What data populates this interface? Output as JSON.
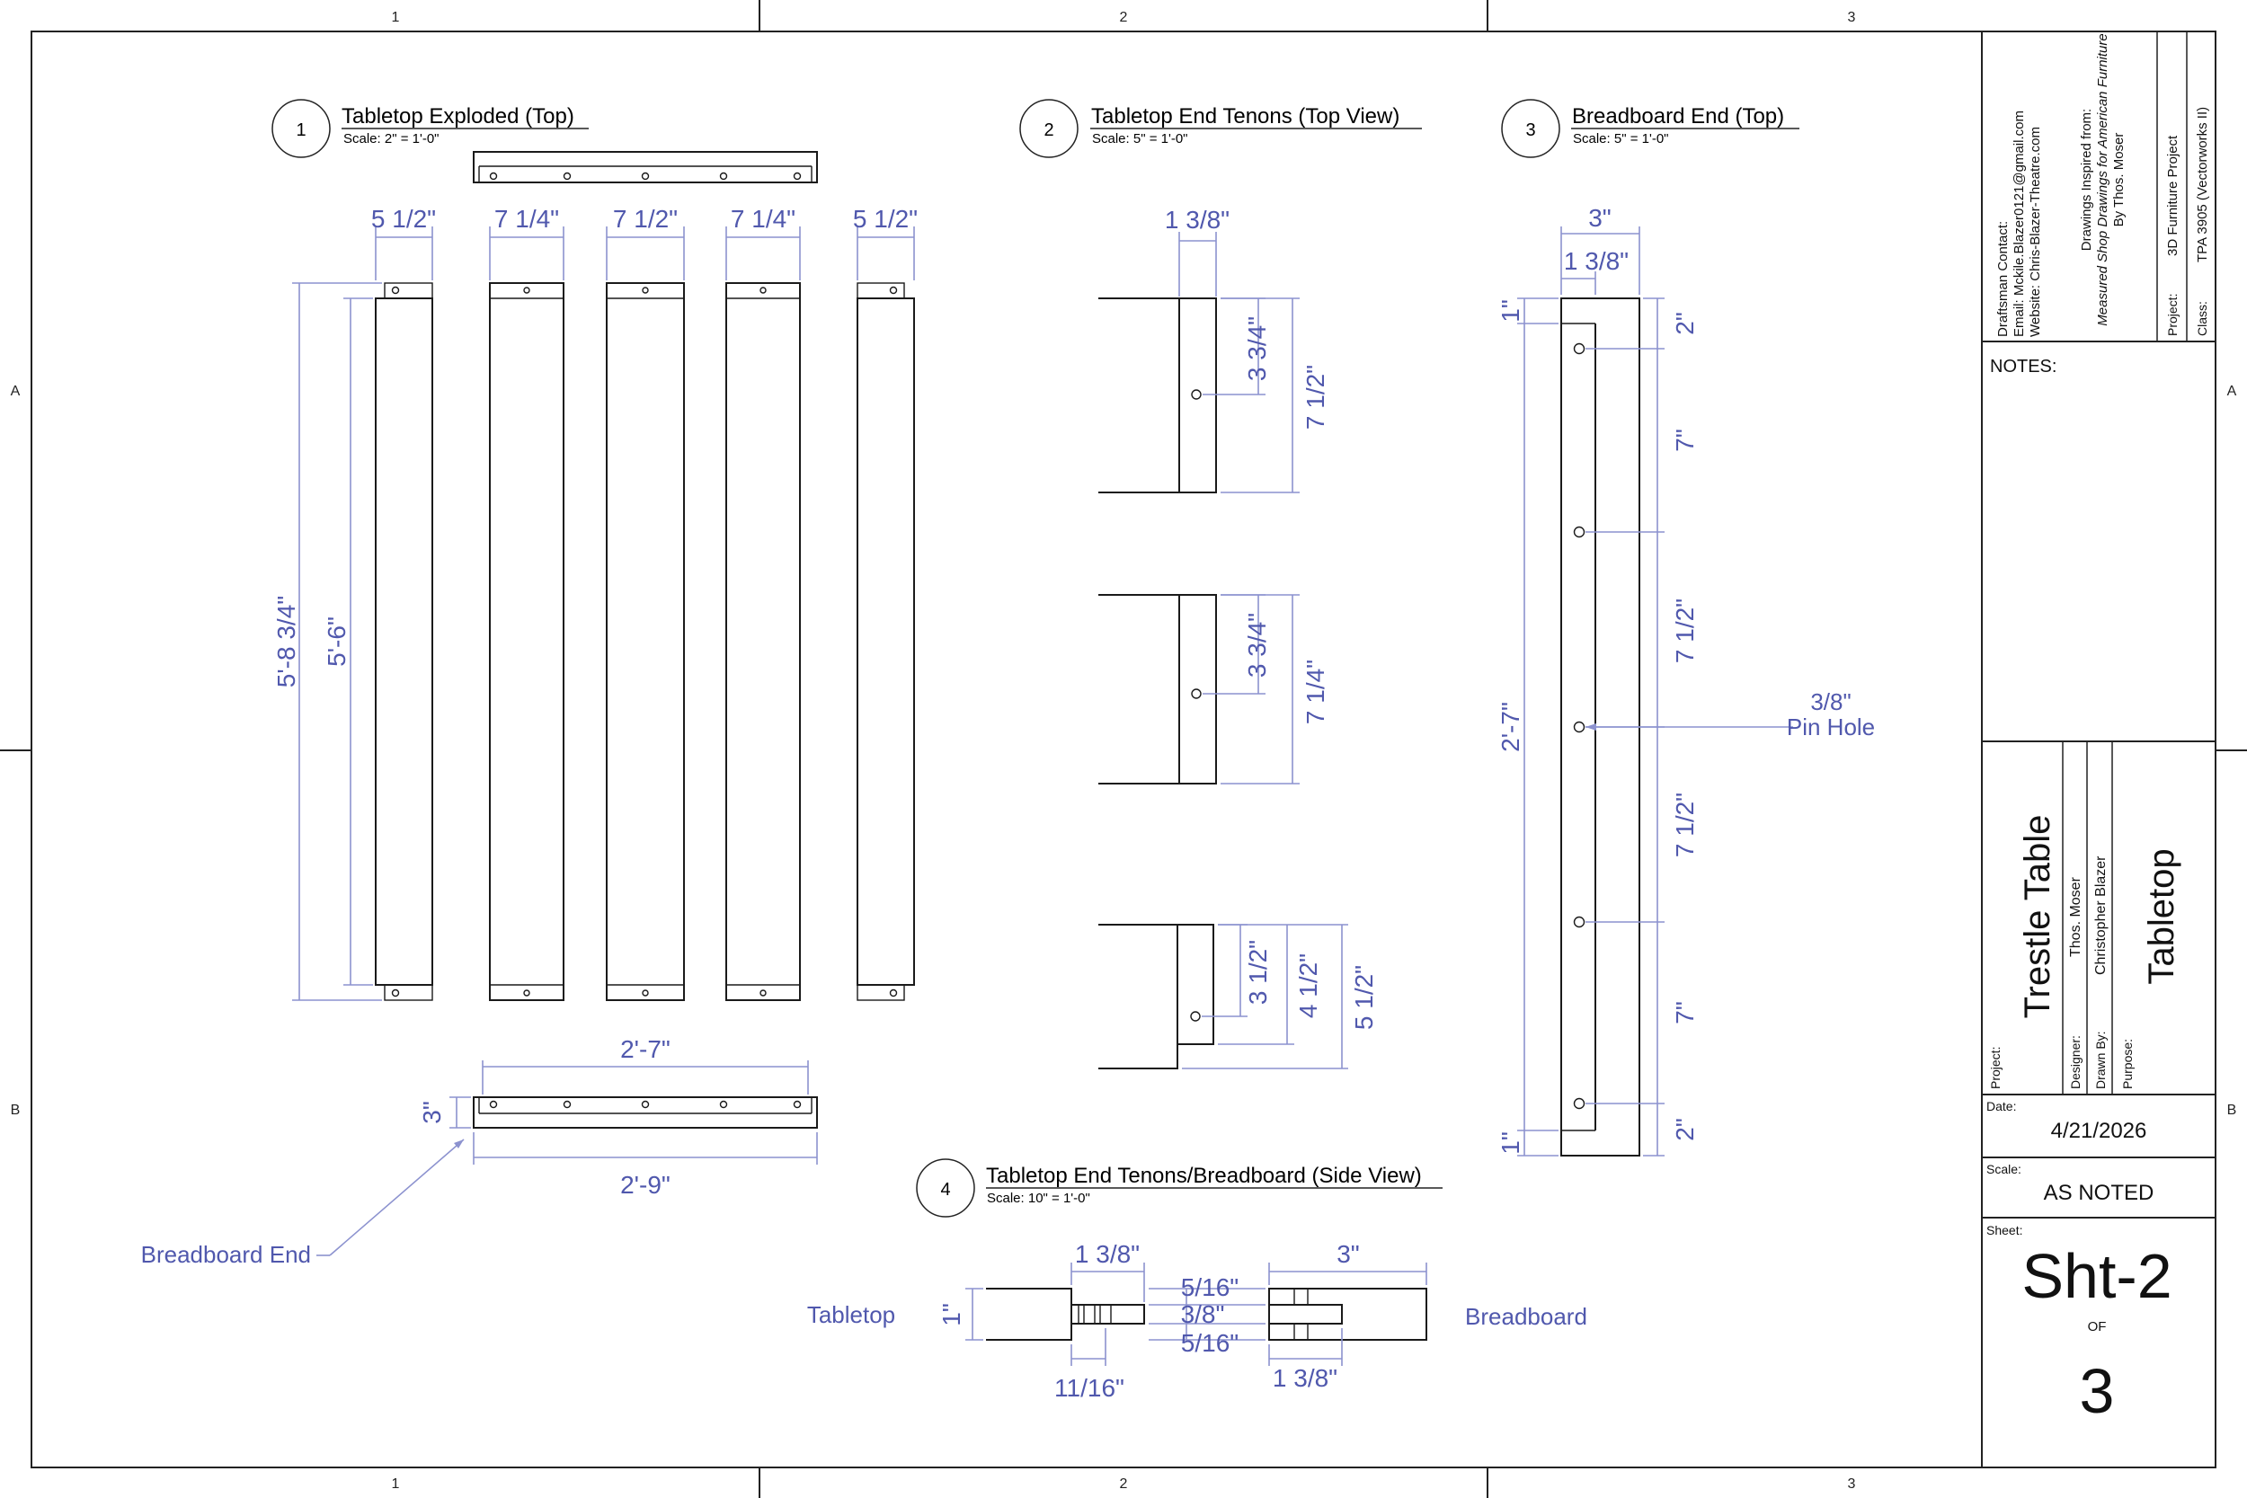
{
  "grid": {
    "columns": [
      "1",
      "2",
      "3"
    ],
    "rows": [
      "A",
      "B"
    ]
  },
  "views": {
    "v1": {
      "number": "1",
      "title": "Tabletop Exploded (Top)",
      "scale": "Scale: 2\" = 1'-0\""
    },
    "v2": {
      "number": "2",
      "title": "Tabletop End Tenons (Top View)",
      "scale": "Scale: 5\" = 1'-0\""
    },
    "v3": {
      "number": "3",
      "title": "Breadboard End (Top)",
      "scale": "Scale: 5\" = 1'-0\""
    },
    "v4": {
      "number": "4",
      "title": "Tabletop End Tenons/Breadboard (Side View)",
      "scale": "Scale: 10\" = 1'-0\""
    }
  },
  "dims": {
    "v1": {
      "w1": "5 1/2\"",
      "w2": "7 1/4\"",
      "w3": "7 1/2\"",
      "w4": "7 1/4\"",
      "w5": "5 1/2\"",
      "overall": "5'-8 3/4\"",
      "length": "5'-6\"",
      "bb_len_inner": "2'-7\"",
      "bb_len": "2'-9\"",
      "bb_width": "3\""
    },
    "v2": {
      "tenon_len": "1 3/8\"",
      "a_half": "3 3/4\"",
      "a_full": "7 1/2\"",
      "b_half": "3 3/4\"",
      "b_full": "7 1/4\"",
      "c_pin": "3 1/2\"",
      "c_tenon": "4 1/2\"",
      "c_full": "5 1/2\""
    },
    "v3": {
      "width": "3\"",
      "groove": "1 3/8\"",
      "top": "1\"",
      "bottom": "1\"",
      "length": "2'-7\"",
      "s1": "2\"",
      "s2": "7\"",
      "s3": "7 1/2\"",
      "s4": "7 1/2\"",
      "s5": "7\"",
      "s6": "2\"",
      "hole_note_a": "3/8\"",
      "hole_note_b": "Pin Hole"
    },
    "v4": {
      "tenon": "1 3/8\"",
      "thick": "1\"",
      "pin": "11/16\"",
      "shoulder_top": "5/16\"",
      "tenon_thick": "3/8\"",
      "shoulder_bot": "5/16\"",
      "bb_width": "3\"",
      "groove": "1 3/8\""
    }
  },
  "labels": {
    "breadboard_end": "Breadboard End",
    "tabletop": "Tabletop",
    "breadboard": "Breadboard"
  },
  "title_block": {
    "contact_1": "Draftsman Contact:",
    "contact_2": "Email: Mckile.Blazer0121@gmail.com",
    "contact_3": "Website: Chris-Blazer-Theatre.com",
    "inspired_1": "Drawings Inspired from:",
    "inspired_2": "Measured Shop Drawings for American Furniture",
    "inspired_3": "By Thos. Moser",
    "project_label": "Project:",
    "project_value": "3D Furniture Project",
    "class_label": "Class:",
    "class_value": "TPA 3905 (Vectorworks II)",
    "notes_label": "NOTES:",
    "proj_label2": "Project:",
    "proj_title": "Trestle Table",
    "designer_label": "Designer:",
    "designer_value": "Thos. Moser",
    "drawn_label": "Drawn By:",
    "drawn_value": "Christopher Blazer",
    "purpose_label": "Purpose:",
    "purpose_value": "Tabletop",
    "date_label": "Date:",
    "date_value": "4/21/2026",
    "scale_label": "Scale:",
    "scale_value": "AS NOTED",
    "sheet_label": "Sheet:",
    "sheet_value": "Sht-2",
    "of_label": "OF",
    "total_sheets": "3"
  }
}
